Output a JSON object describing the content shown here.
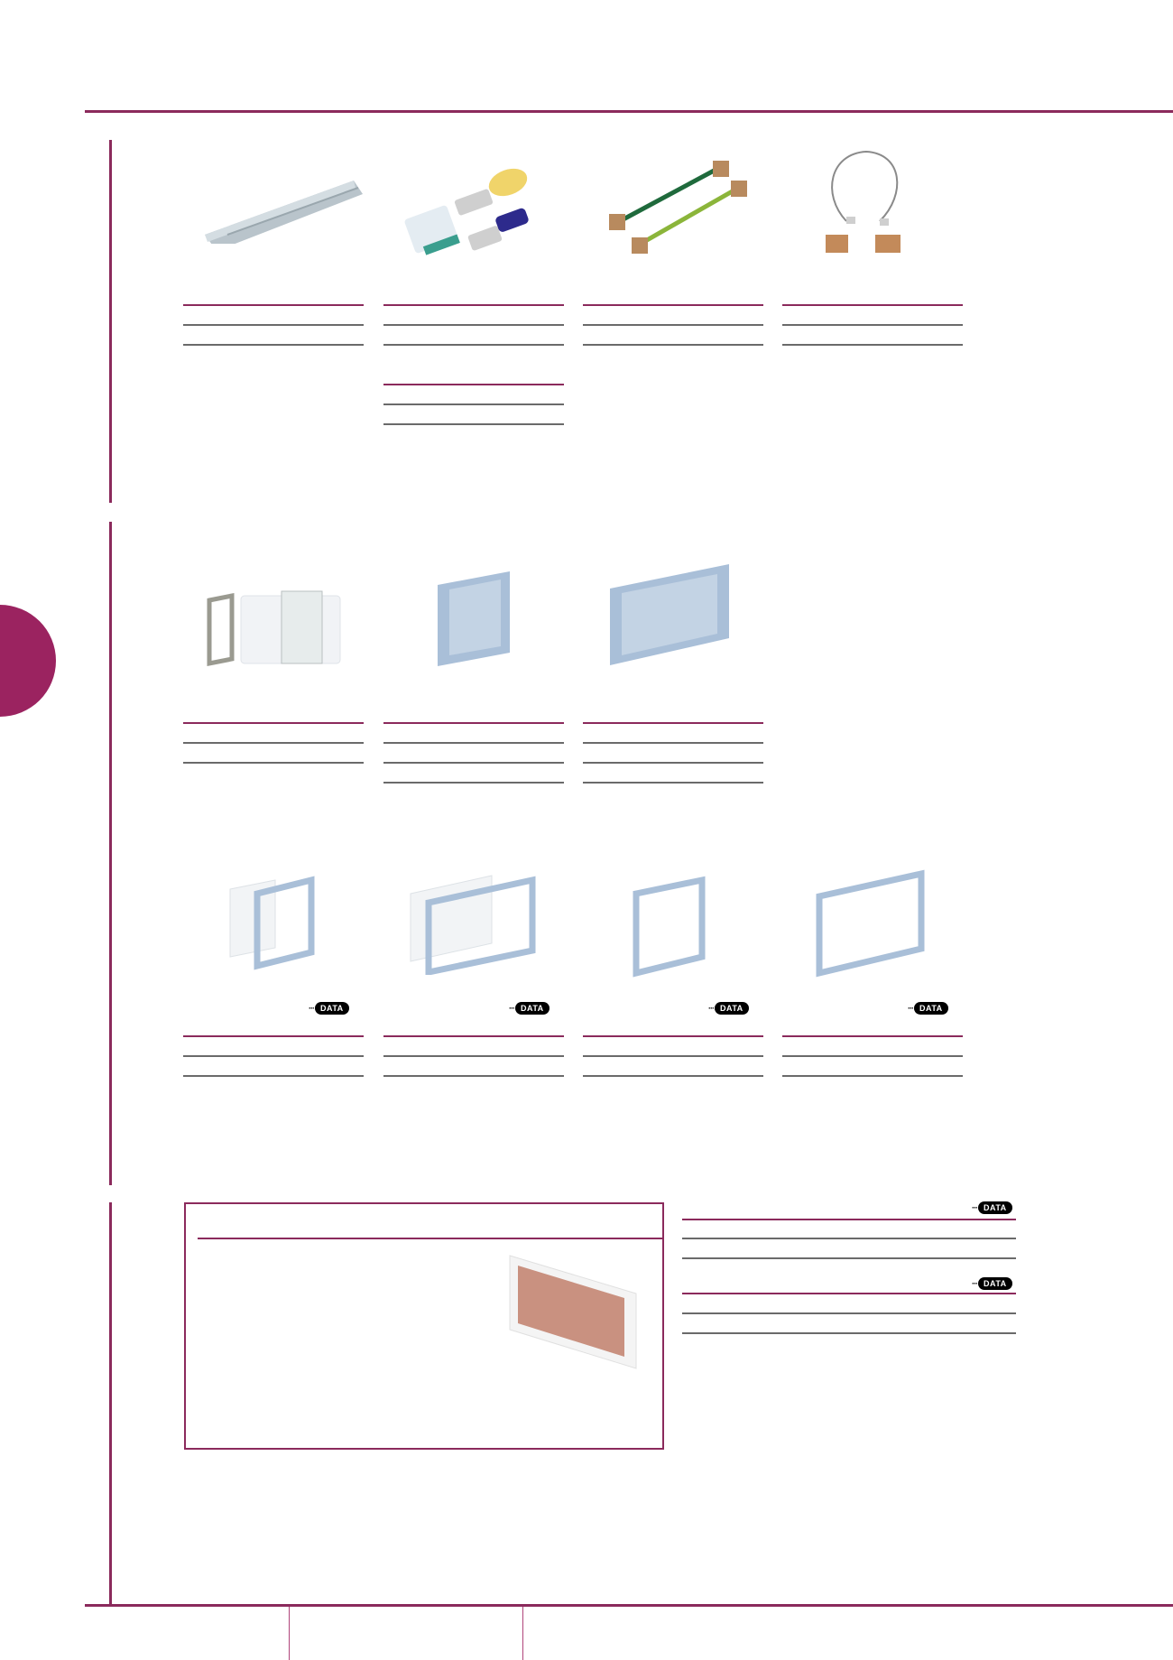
{
  "page": {
    "accent_color": "#8b2a5c",
    "tab_color": "#9b2360"
  },
  "section1": {
    "products": [
      {
        "icon": "trunking-cover-strip-image"
      },
      {
        "icon": "crimp-terminals-image"
      },
      {
        "icon": "earth-bonding-leads-image"
      },
      {
        "icon": "earth-loop-clip-image"
      }
    ]
  },
  "section2": {
    "products": [
      {
        "icon": "trunking-outlet-box-image"
      },
      {
        "icon": "single-dry-lining-box-image"
      },
      {
        "icon": "double-dry-lining-box-image"
      }
    ]
  },
  "section3": {
    "products": [
      {
        "icon": "single-box-with-spacer-image",
        "badge": "DATA"
      },
      {
        "icon": "double-box-with-spacer-image",
        "badge": "DATA"
      },
      {
        "icon": "single-spacer-frame-image",
        "badge": "DATA"
      },
      {
        "icon": "double-spacer-frame-image",
        "badge": "DATA"
      }
    ]
  },
  "section4": {
    "feature_image": "surface-pattress-box-image",
    "tables": [
      {
        "badge": "DATA"
      },
      {
        "badge": "DATA"
      }
    ]
  },
  "badge_dots": "···"
}
